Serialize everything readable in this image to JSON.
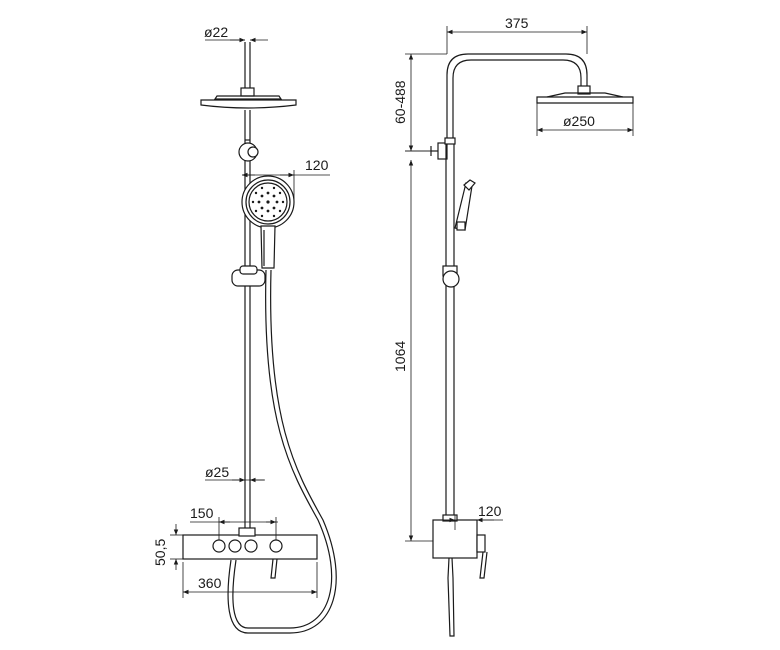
{
  "dimensions": {
    "front_pipe_diameter_top": "ø22",
    "front_handshower_width": "120",
    "front_pipe_diameter_bottom": "ø25",
    "front_valve_spacing": "150",
    "front_valve_height": "50,5",
    "front_valve_width": "360",
    "side_arm_reach": "375",
    "side_adjust_range": "60-488",
    "side_head_diameter": "ø250",
    "side_vertical_height": "1064",
    "side_valve_depth": "120"
  }
}
